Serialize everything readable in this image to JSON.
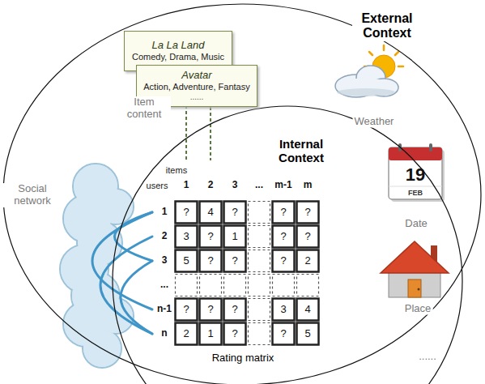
{
  "diagram": {
    "nodes": [
      {
        "text": [
          "External Context"
        ]
      },
      {
        "text": [
          "Internal Context"
        ],
        "in": 0
      },
      {
        "text": [
          "La La Land",
          "Comedy, Drama, Music"
        ],
        "in": 0
      },
      {
        "text": [
          "Avatar",
          "Action, Adventure, Fantasy",
          "......"
        ],
        "in": 0
      },
      {
        "text": [
          "Rating matrix"
        ],
        "in": 1
      }
    ],
    "edges": [
      {
        "from": 2,
        "to": 4,
        "arrow": "none"
      },
      {
        "from": 3,
        "to": 4,
        "arrow": "none"
      }
    ],
    "labels": [
      "Item content",
      "Social network",
      "Weather",
      "19",
      "FEB",
      "Date",
      "Place",
      "......",
      "items",
      "users",
      "1",
      "2",
      "3",
      "...",
      "m-1",
      "m",
      "1",
      "2",
      "3",
      "...",
      "n-1",
      "n",
      "?",
      "4",
      "?",
      "?",
      "?",
      "3",
      "?",
      "1",
      "?",
      "?",
      "5",
      "?",
      "?",
      "?",
      "2",
      "?",
      "?",
      "?",
      "3",
      "4",
      "2",
      "1",
      "?",
      "?",
      "5"
    ]
  }
}
